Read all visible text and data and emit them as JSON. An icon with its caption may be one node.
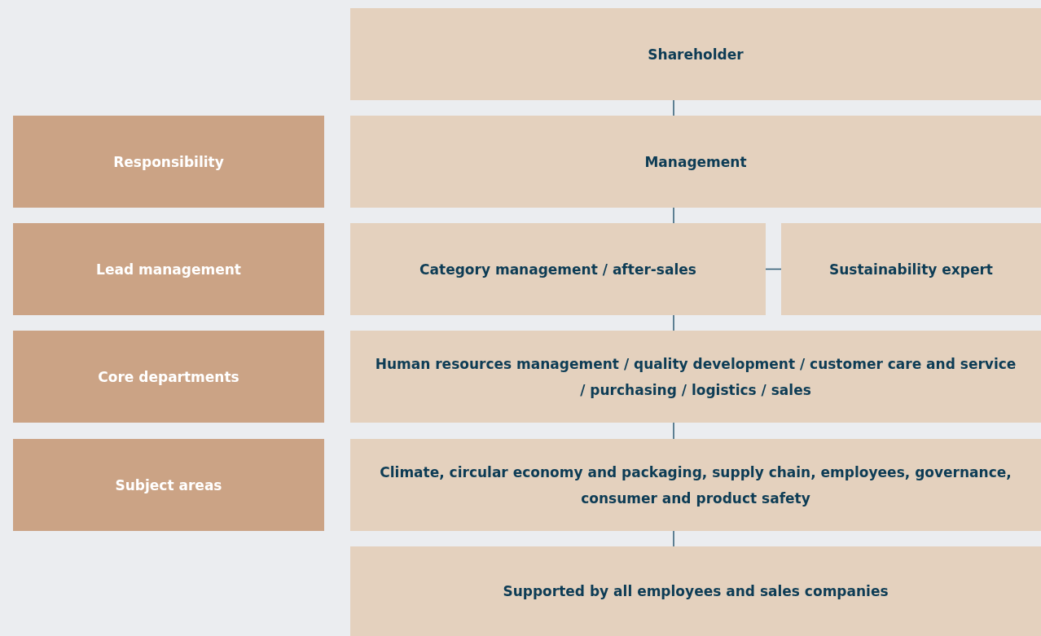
{
  "diagram": {
    "nodes": [
      {
        "text": [
          "Shareholder"
        ]
      },
      {
        "text": [
          "Responsibility"
        ]
      },
      {
        "text": [
          "Management"
        ]
      },
      {
        "text": [
          "Lead management"
        ]
      },
      {
        "text": [
          "Category management / after-sales"
        ]
      },
      {
        "text": [
          "Sustainability expert"
        ]
      },
      {
        "text": [
          "Core departments"
        ]
      },
      {
        "text": [
          "Human resources management / quality development / customer care and service / purchasing / logistics / sales"
        ]
      },
      {
        "text": [
          "Subject areas"
        ]
      },
      {
        "text": [
          "Climate, circular economy and packaging, supply chain, employees, governance, consumer and product safety"
        ]
      },
      {
        "text": [
          "Supported by all employees and sales companies"
        ]
      }
    ],
    "edges": [
      {
        "from": 0,
        "to": 2,
        "arrow": "none"
      },
      {
        "from": 2,
        "to": 4,
        "arrow": "none"
      },
      {
        "from": 4,
        "to": 5,
        "arrow": "none"
      },
      {
        "from": 4,
        "to": 7,
        "arrow": "none"
      },
      {
        "from": 7,
        "to": 9,
        "arrow": "none"
      },
      {
        "from": 9,
        "to": 10,
        "arrow": "none"
      }
    ]
  }
}
